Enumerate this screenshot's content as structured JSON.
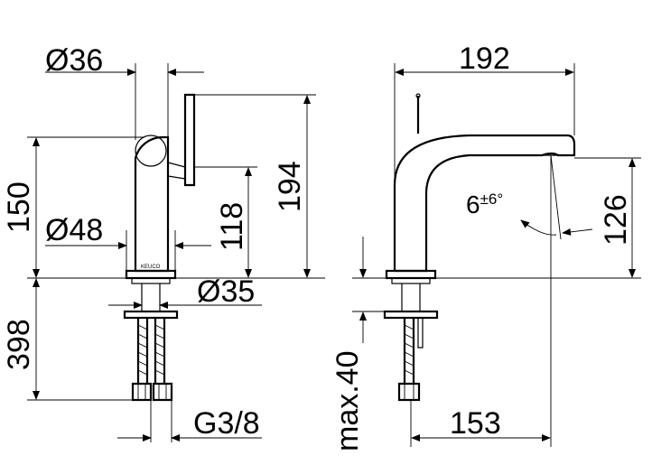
{
  "dimensions": {
    "d36": "Ø36",
    "d48": "Ø48",
    "d35": "Ø35",
    "h150": "150",
    "h118": "118",
    "h194": "194",
    "h398": "398",
    "thread": "G3/8",
    "w192": "192",
    "angle_base": "6",
    "angle_tol": "±6°",
    "h126": "126",
    "w153": "153",
    "max40": "max.40"
  },
  "brand_mark": "KEUCO"
}
